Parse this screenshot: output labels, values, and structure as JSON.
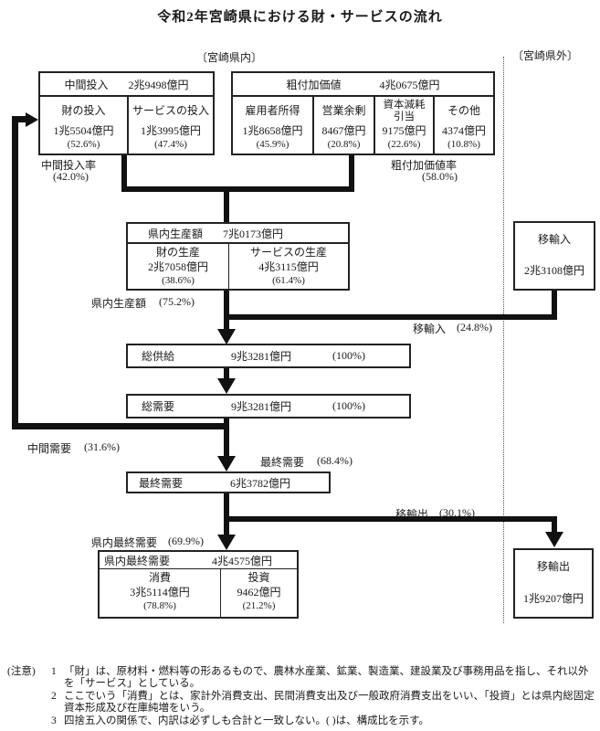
{
  "title": "令和2年宮崎県における財・サービスの流れ",
  "regions": {
    "inside": "〔宮崎県内〕",
    "outside": "〔宮崎県外〕"
  },
  "colors": {
    "ink": "#111111",
    "background": "#ffffff",
    "border": "#222222"
  },
  "intermediate_input": {
    "label": "中間投入",
    "value": "2兆9498億円",
    "cells": [
      {
        "label": "財の投入",
        "value": "1兆5504億円",
        "pct": "(52.6%)"
      },
      {
        "label": "サービスの投入",
        "value": "1兆3995億円",
        "pct": "(47.4%)"
      }
    ],
    "rate_label": "中間投入率",
    "rate_pct": "(42.0%)"
  },
  "gross_value_added": {
    "label": "粗付加価値",
    "value": "4兆0675億円",
    "cells": [
      {
        "label": "雇用者所得",
        "value": "1兆8658億円",
        "pct": "(45.9%)"
      },
      {
        "label": "営業余剰",
        "value": "8467億円",
        "pct": "(20.8%)"
      },
      {
        "label": "資本減耗引当",
        "value": "9175億円",
        "pct": "(22.6%)"
      },
      {
        "label": "その他",
        "value": "4374億円",
        "pct": "(10.8%)"
      }
    ],
    "rate_label": "粗付加価値率",
    "rate_pct": "(58.0%)"
  },
  "prefectural_output": {
    "label": "県内生産額",
    "value": "7兆0173億円",
    "cells": [
      {
        "label": "財の生産",
        "value": "2兆7058億円",
        "pct": "(38.6%)"
      },
      {
        "label": "サービスの生産",
        "value": "4兆3115億円",
        "pct": "(61.4%)"
      }
    ],
    "side_label": "県内生産額",
    "side_pct": "(75.2%)"
  },
  "imports": {
    "label": "移輸入",
    "value": "2兆3108億円",
    "flow_label": "移輸入",
    "flow_pct": "(24.8%)"
  },
  "total_supply": {
    "label": "総供給",
    "value": "9兆3281億円",
    "pct": "(100%)"
  },
  "total_demand": {
    "label": "総需要",
    "value": "9兆3281億円",
    "pct": "(100%)"
  },
  "intermediate_demand": {
    "label": "中間需要",
    "pct": "(31.6%)"
  },
  "final_demand": {
    "label": "最終需要",
    "value": "6兆3782億円",
    "flow_label": "最終需要",
    "flow_pct": "(68.4%)"
  },
  "exports": {
    "label": "移輸出",
    "value": "1兆9207億円",
    "flow_label": "移輸出",
    "flow_pct": "(30.1%)"
  },
  "prefectural_final_demand": {
    "label": "県内最終需要",
    "value": "4兆4575億円",
    "side_label": "県内最終需要",
    "side_pct": "(69.9%)",
    "cells": [
      {
        "label": "消費",
        "value": "3兆5114億円",
        "pct": "(78.8%)"
      },
      {
        "label": "投資",
        "value": "9462億円",
        "pct": "(21.2%)"
      }
    ]
  },
  "notes": {
    "heading": "(注意)",
    "items": [
      {
        "num": "1",
        "text": "「財」は、原材料・燃料等の形あるもので、農林水産業、鉱業、製造業、建設業及び事務用品を指し、それ以外を「サービス」としている。"
      },
      {
        "num": "2",
        "text": "ここでいう「消費」とは、家計外消費支出、民間消費支出及び一般政府消費支出をいい、「投資」とは県内総固定資本形成及び在庫純増をいう。"
      },
      {
        "num": "3",
        "text": "四捨五入の関係で、内訳は必ずしも合計と一致しない。( )は、構成比を示す。"
      }
    ]
  }
}
